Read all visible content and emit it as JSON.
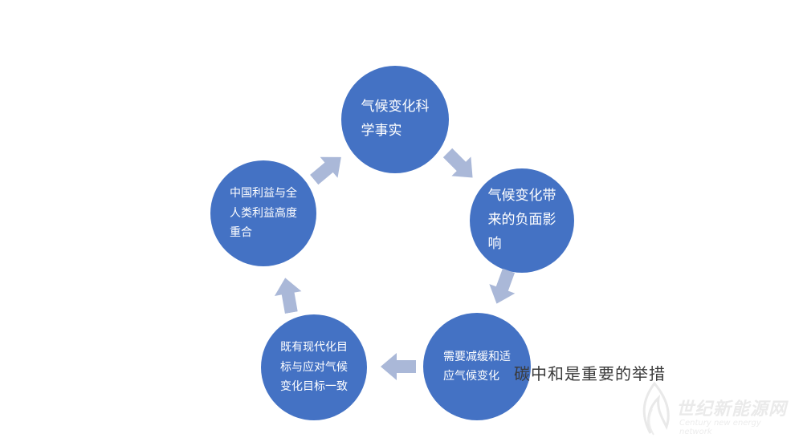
{
  "diagram": {
    "nodes": [
      {
        "id": "fact",
        "label": "气候变化科\n学事实"
      },
      {
        "id": "impact",
        "label": "气候变化带\n来的负面影\n响"
      },
      {
        "id": "mitigation",
        "label": "需要减缓和适\n应气候变化"
      },
      {
        "id": "goals",
        "label": "既有现代化目\n标与应对气候\n变化目标一致"
      },
      {
        "id": "interest",
        "label": "中国利益与全\n人类利益高度\n重合"
      }
    ],
    "annotation": "碳中和是重要的举措",
    "colors": {
      "node_fill": "#4472c4",
      "node_text": "#ffffff",
      "arrow_fill": "#aab8d8",
      "annotation_text": "#3a3a3a"
    }
  },
  "watermark": {
    "title": "世纪新能源网",
    "subtitle": "Century new energy network"
  }
}
